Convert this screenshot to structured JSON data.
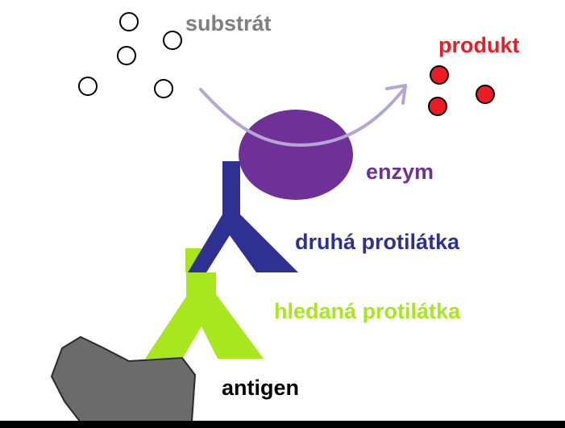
{
  "labels": {
    "substrate": "substrát",
    "product": "produkt",
    "enzyme": "enzym",
    "secondary_antibody": "druhá protilátka",
    "target_antibody": "hledaná protilátka",
    "antigen": "antigen"
  },
  "colors": {
    "substrate_text": "#7f7f7f",
    "product": "#ed1c24",
    "enzyme": "#6f3198",
    "secondary_antibody": "#2e3192",
    "target_antibody": "#a8e61d",
    "antigen": "#707070",
    "arrow": "#b5a5d5",
    "ground": "#000000"
  }
}
